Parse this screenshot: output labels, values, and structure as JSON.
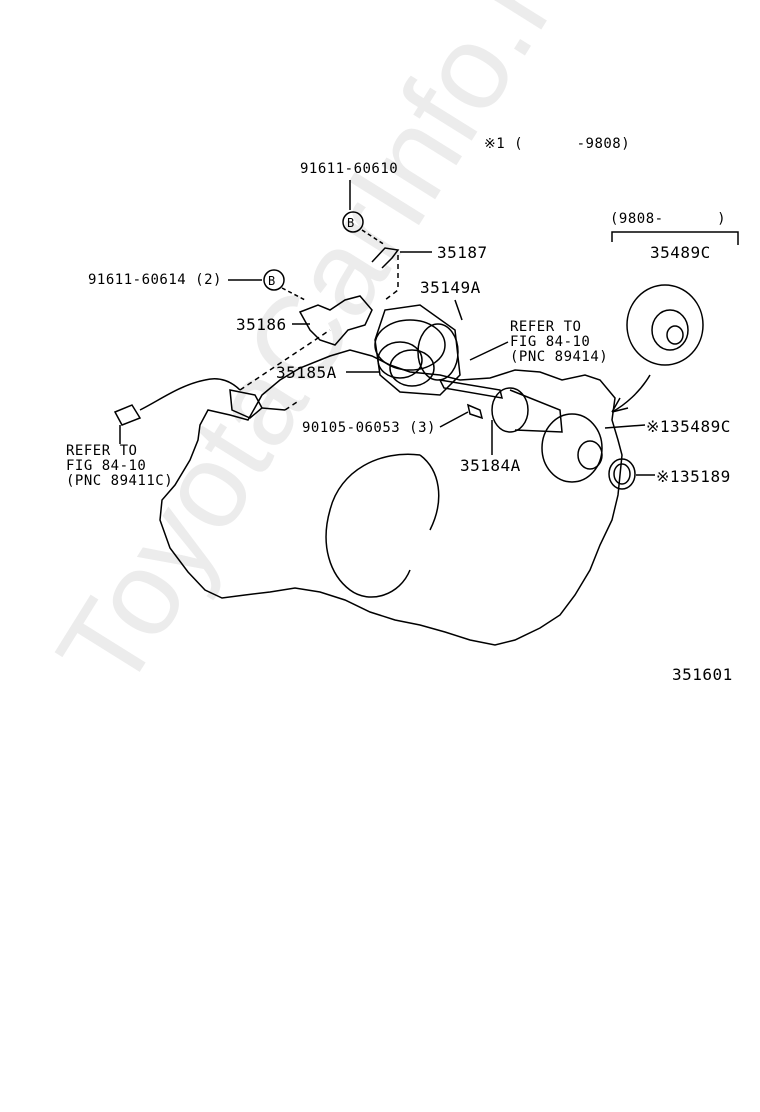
{
  "header": {
    "note_range_1": "※1 (      -9808)",
    "note_range_2": "(9808-      )"
  },
  "labels": {
    "p91611_60610": "91611-60610",
    "p35187": "35187",
    "p91611_60614": "91611-60614 (2)",
    "p35149a": "35149A",
    "p35186": "35186",
    "p35185a": "35185A",
    "p90105_06053": "90105-06053 (3)",
    "p35184a": "35184A",
    "p35489c": "35489C",
    "p135489c": "※135489C",
    "p135189": "※135189",
    "badge_b1": "B",
    "badge_b2": "B",
    "refer_right": [
      "REFER TO",
      "FIG 84-10",
      "(PNC 89414)"
    ],
    "refer_left": [
      "REFER TO",
      "FIG 84-10",
      "(PNC 89411C)"
    ],
    "figure_number": "351601"
  },
  "watermark": "ToyotaCarInfo.ru"
}
